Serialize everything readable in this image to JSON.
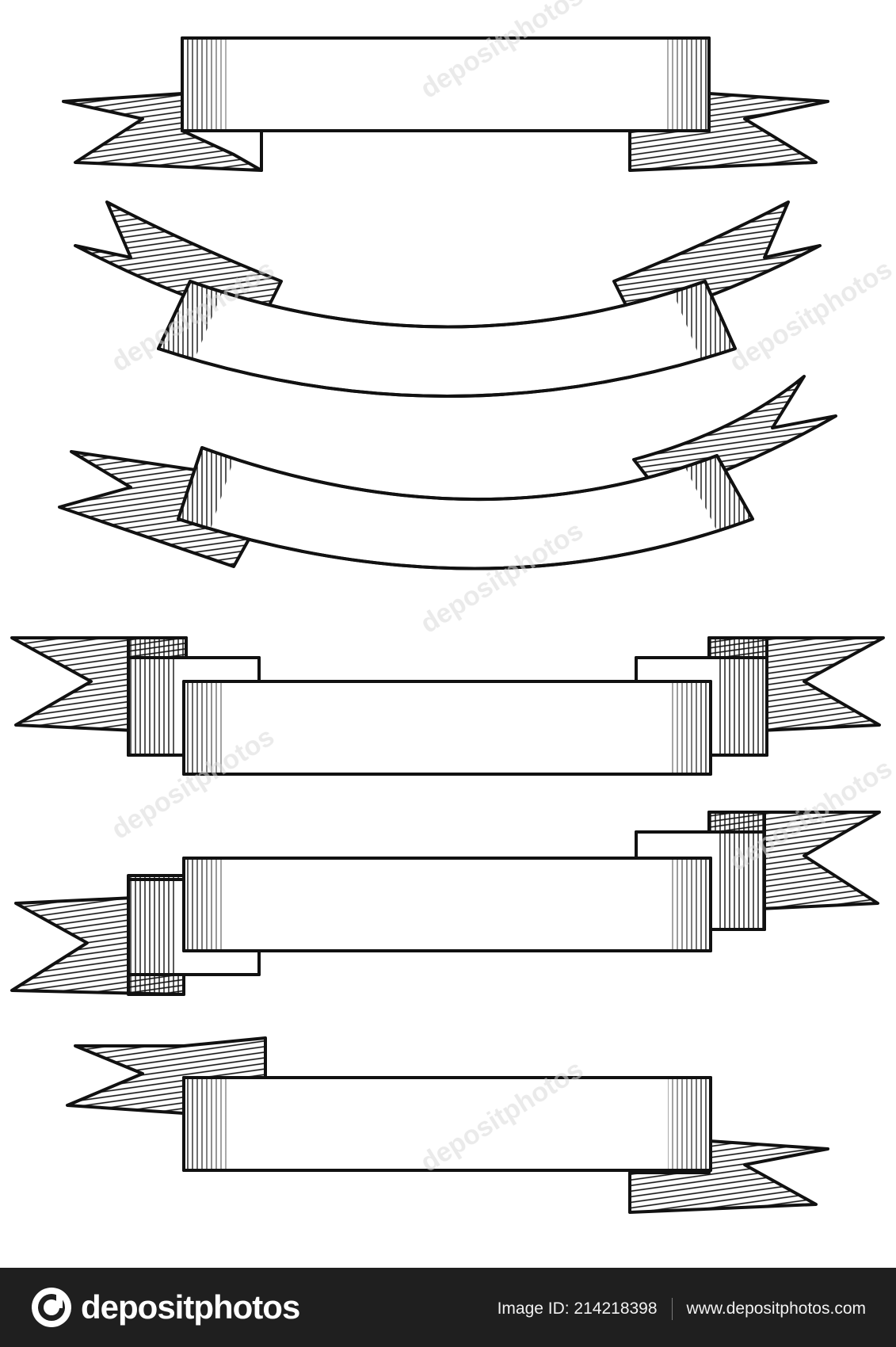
{
  "footer": {
    "brand_name": "depositphotos",
    "image_id": "Image ID: 214218398",
    "site_url": "www.depositphotos.com"
  },
  "watermark": {
    "text": "depositphotos"
  },
  "colors": {
    "ink": "#111111",
    "paper": "#ffffff",
    "footer_bg": "#1f1f1f"
  }
}
